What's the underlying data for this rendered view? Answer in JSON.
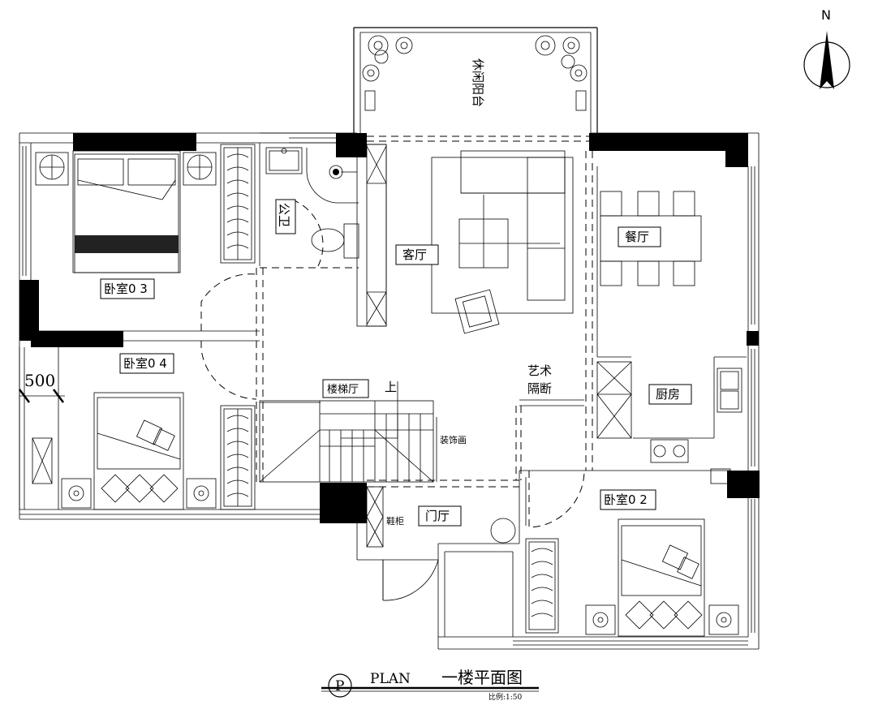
{
  "north": {
    "label": "N"
  },
  "rooms": {
    "balcony": "休闲阳台",
    "bedroom3": "卧室0 3",
    "bedroom4": "卧室0 4",
    "bedroom2": "卧室0 2",
    "bathroom": "公卫",
    "living": "客厅",
    "dining": "餐厅",
    "stair_hall": "楼梯厅",
    "stair_up": "上",
    "art_partition_1": "艺术",
    "art_partition_2": "隔断",
    "kitchen": "厨房",
    "decor_painting": "装饰画",
    "foyer": "门厅",
    "shoe_cabinet": "鞋柜"
  },
  "dimension": {
    "value": "500"
  },
  "title_block": {
    "circle_letter": "P",
    "plan_word": "PLAN",
    "title": "一楼平面图",
    "scale": "比例:1:50"
  }
}
